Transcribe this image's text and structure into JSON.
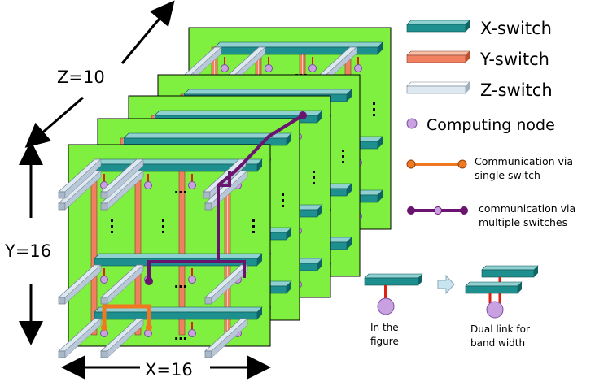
{
  "axes": {
    "z_label": "Z=10",
    "y_label": "Y=16",
    "x_label": "X=16"
  },
  "legend": {
    "x_switch": "X-switch",
    "y_switch": "Y-switch",
    "z_switch": "Z-switch",
    "computing_node": "Computing node",
    "single_line1": "Communication  via",
    "single_line2": "single switch",
    "multi_line1": "communication via",
    "multi_line2": "multiple switches"
  },
  "inset": {
    "left_line1": "In the",
    "left_line2": "figure",
    "right_line1": "Dual link for",
    "right_line2": "band width"
  },
  "ellipsis": "…",
  "colors": {
    "board": "#80f040",
    "x_switch": "#1e8f8f",
    "y_switch": "#f08060",
    "z_switch": "#dde8f0",
    "node": "#c9a0e0",
    "single_path": "#f07820",
    "multi_path": "#6a1470",
    "link": "#e02010"
  }
}
